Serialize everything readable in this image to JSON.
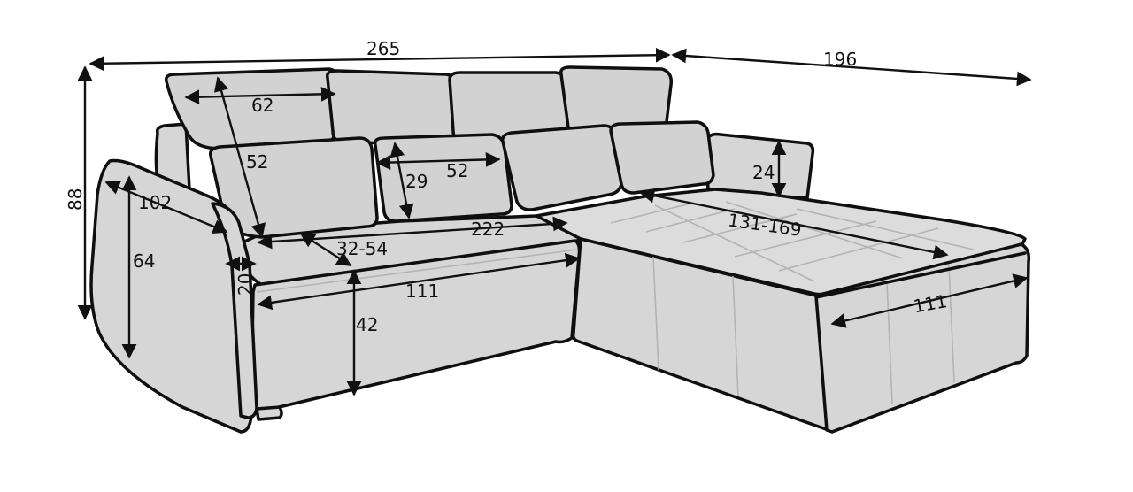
{
  "diagram": {
    "colors": {
      "upholstery": "#d6d6d6",
      "outline": "#0f0f0f",
      "dimension": "#111111",
      "background": "#ffffff"
    },
    "dimensions": {
      "total_width": "265",
      "chaise_depth": "196",
      "total_height": "88",
      "back_cushion_width": "62",
      "back_cushion_height": "52",
      "arm_depth": "102",
      "arm_height": "64",
      "arm_width": "20",
      "seat_depth": "32-54",
      "seat_width": "222",
      "throw_pillow_height": "29",
      "throw_pillow_width": "52",
      "seat_front_width": "111",
      "seat_height": "42",
      "chaise_length": "131-169",
      "chaise_arm_height": "24",
      "chaise_width": "111"
    }
  }
}
